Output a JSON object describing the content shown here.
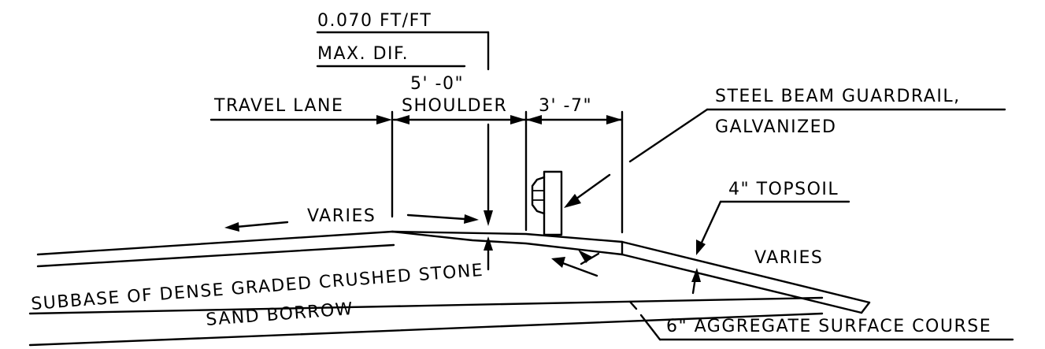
{
  "labels": {
    "slope": "0.070 FT/FT",
    "max_dif": "MAX. DIF.",
    "shoulder_width": "5' -0\"",
    "shoulder": "SHOULDER",
    "post_offset": "3' -7\"",
    "travel_lane": "TRAVEL LANE",
    "guardrail_line1": "STEEL BEAM GUARDRAIL,",
    "guardrail_line2": "GALVANIZED",
    "topsoil": "4\" TOPSOIL",
    "varies_left": "VARIES",
    "varies_right": "VARIES",
    "subbase": "SUBBASE OF DENSE GRADED CRUSHED STONE",
    "sand_borrow": "SAND BORROW",
    "aggregate": "6\" AGGREGATE SURFACE COURSE"
  }
}
